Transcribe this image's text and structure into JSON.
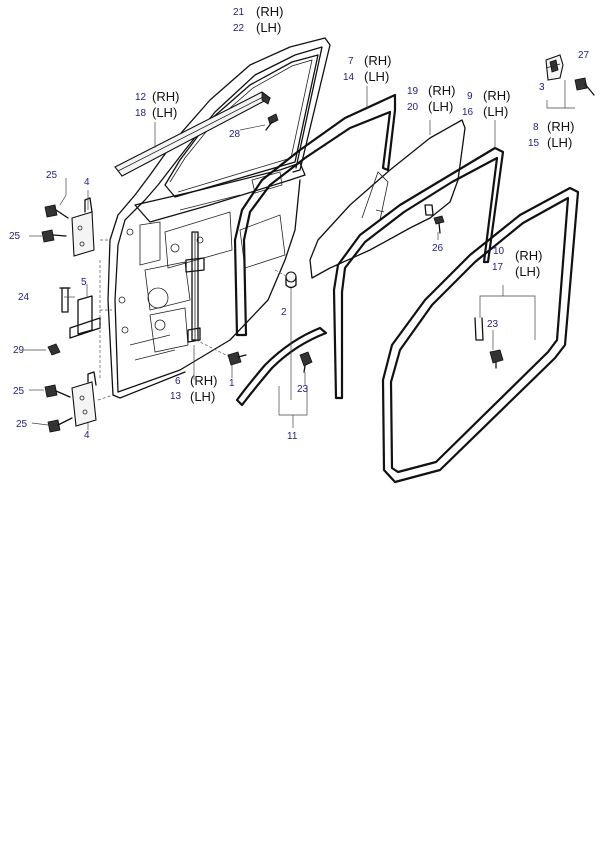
{
  "labels": {
    "l21": "21",
    "rh_21": "(RH)",
    "l22": "22",
    "lh_22": "(LH)",
    "l7": "7",
    "rh_7": "(RH)",
    "l14": "14",
    "lh_14": "(LH)",
    "l19": "19",
    "rh_19": "(RH)",
    "l20": "20",
    "lh_20": "(LH)",
    "l9": "9",
    "rh_9": "(RH)",
    "l16": "16",
    "lh_16": "(LH)",
    "l27": "27",
    "l3": "3",
    "l8": "8",
    "rh_8": "(RH)",
    "l15": "15",
    "lh_15": "(LH)",
    "l12": "12",
    "rh_12": "(RH)",
    "l18": "18",
    "lh_18": "(LH)",
    "l28": "28",
    "l25a": "25",
    "l4a": "4",
    "l25b": "25",
    "l26": "26",
    "l10": "10",
    "rh_10": "(RH)",
    "l17": "17",
    "lh_17": "(LH)",
    "l5": "5",
    "l24": "24",
    "l2": "2",
    "l23a": "23",
    "l29": "29",
    "l6": "6",
    "rh_6": "(RH)",
    "l13": "13",
    "lh_13": "(LH)",
    "l1": "1",
    "l23b": "23",
    "l25c": "25",
    "l25d": "25",
    "l4b": "4",
    "l11": "11"
  }
}
